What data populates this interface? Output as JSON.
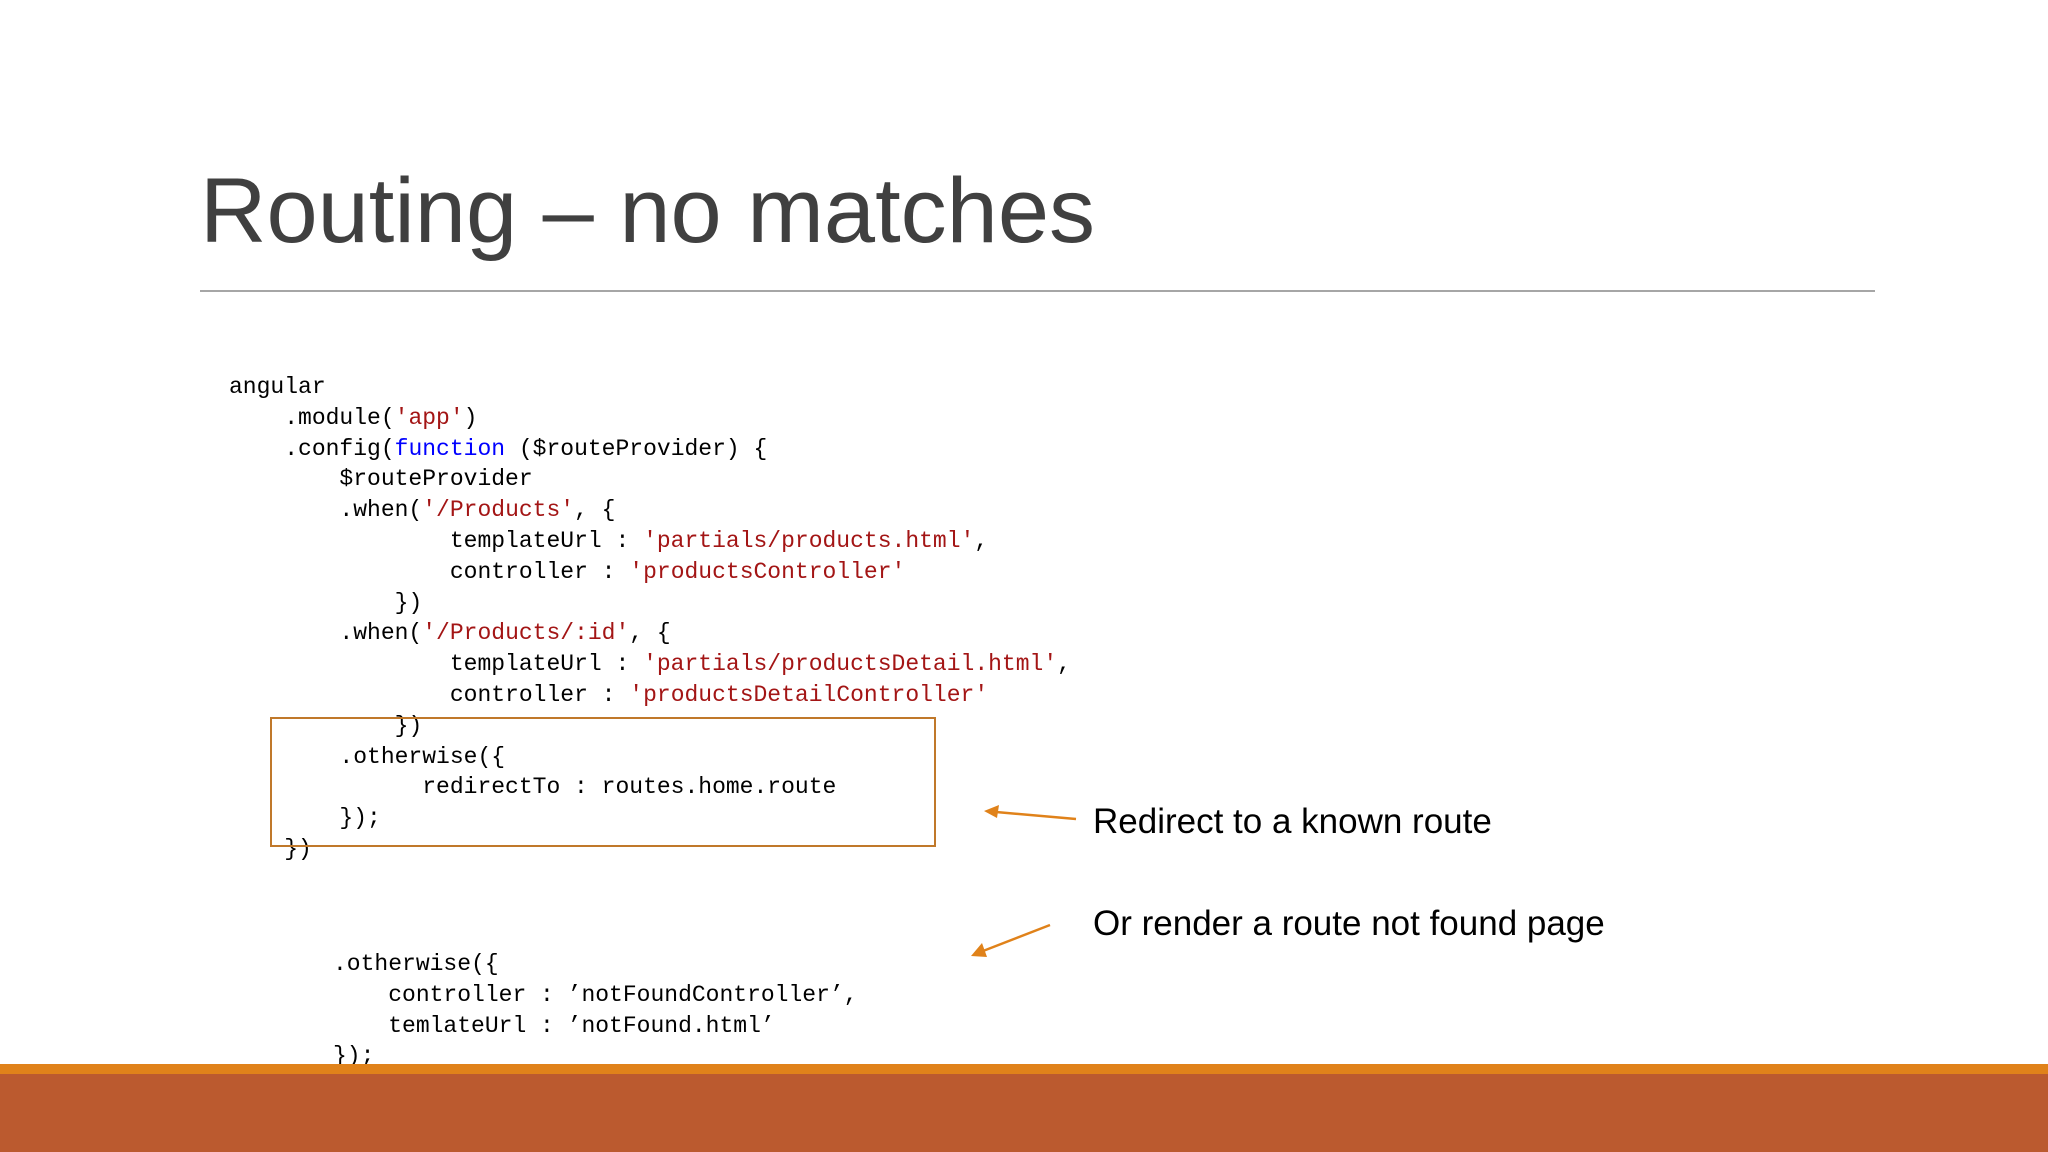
{
  "slide": {
    "title": "Routing – no matches",
    "colors": {
      "accent_stripe": "#e0821a",
      "footer_band": "#bb5a2f",
      "highlight_box": "#c0782a",
      "keyword": "#0000ff",
      "string": "#a31515"
    },
    "code_main": [
      {
        "indent": "",
        "parts": [
          {
            "t": "angular",
            "c": ""
          }
        ]
      },
      {
        "indent": "    ",
        "parts": [
          {
            "t": ".module(",
            "c": ""
          },
          {
            "t": "'app'",
            "c": "str"
          },
          {
            "t": ")",
            "c": ""
          }
        ]
      },
      {
        "indent": "    ",
        "parts": [
          {
            "t": ".config(",
            "c": ""
          },
          {
            "t": "function",
            "c": "kw"
          },
          {
            "t": " ($routeProvider) {",
            "c": ""
          }
        ]
      },
      {
        "indent": "        ",
        "parts": [
          {
            "t": "$routeProvider",
            "c": ""
          }
        ]
      },
      {
        "indent": "        ",
        "parts": [
          {
            "t": ".when(",
            "c": ""
          },
          {
            "t": "'/Products'",
            "c": "str"
          },
          {
            "t": ", {",
            "c": ""
          }
        ]
      },
      {
        "indent": "                ",
        "parts": [
          {
            "t": "templateUrl : ",
            "c": ""
          },
          {
            "t": "'partials/products.html'",
            "c": "str"
          },
          {
            "t": ",",
            "c": ""
          }
        ]
      },
      {
        "indent": "                ",
        "parts": [
          {
            "t": "controller : ",
            "c": ""
          },
          {
            "t": "'productsController'",
            "c": "str"
          }
        ]
      },
      {
        "indent": "            ",
        "parts": [
          {
            "t": "})",
            "c": ""
          }
        ]
      },
      {
        "indent": "        ",
        "parts": [
          {
            "t": ".when(",
            "c": ""
          },
          {
            "t": "'/Products/:id'",
            "c": "str"
          },
          {
            "t": ", {",
            "c": ""
          }
        ]
      },
      {
        "indent": "                ",
        "parts": [
          {
            "t": "templateUrl : ",
            "c": ""
          },
          {
            "t": "'partials/productsDetail.html'",
            "c": "str"
          },
          {
            "t": ",",
            "c": ""
          }
        ]
      },
      {
        "indent": "                ",
        "parts": [
          {
            "t": "controller : ",
            "c": ""
          },
          {
            "t": "'productsDetailController'",
            "c": "str"
          }
        ]
      },
      {
        "indent": "            ",
        "parts": [
          {
            "t": "})",
            "c": ""
          }
        ]
      },
      {
        "indent": "        ",
        "parts": [
          {
            "t": ".otherwise({",
            "c": ""
          }
        ]
      },
      {
        "indent": "              ",
        "parts": [
          {
            "t": "redirectTo : routes.home.route",
            "c": ""
          }
        ]
      },
      {
        "indent": "        ",
        "parts": [
          {
            "t": "});",
            "c": ""
          }
        ]
      },
      {
        "indent": "    ",
        "parts": [
          {
            "t": "})",
            "c": ""
          }
        ]
      }
    ],
    "code_alt": [
      {
        "indent": "",
        "parts": [
          {
            "t": ".otherwise({",
            "c": ""
          }
        ]
      },
      {
        "indent": "    ",
        "parts": [
          {
            "t": "controller : ’notFoundController’,",
            "c": ""
          }
        ]
      },
      {
        "indent": "    ",
        "parts": [
          {
            "t": "temlateUrl : ’notFound.html’",
            "c": ""
          }
        ]
      },
      {
        "indent": "",
        "parts": [
          {
            "t": "});",
            "c": ""
          }
        ]
      }
    ],
    "notes": {
      "redirect": "Redirect to a known route",
      "not_found": "Or render a route not found page"
    },
    "icons": [
      "arrow-left-icon",
      "arrow-down-left-icon"
    ]
  }
}
